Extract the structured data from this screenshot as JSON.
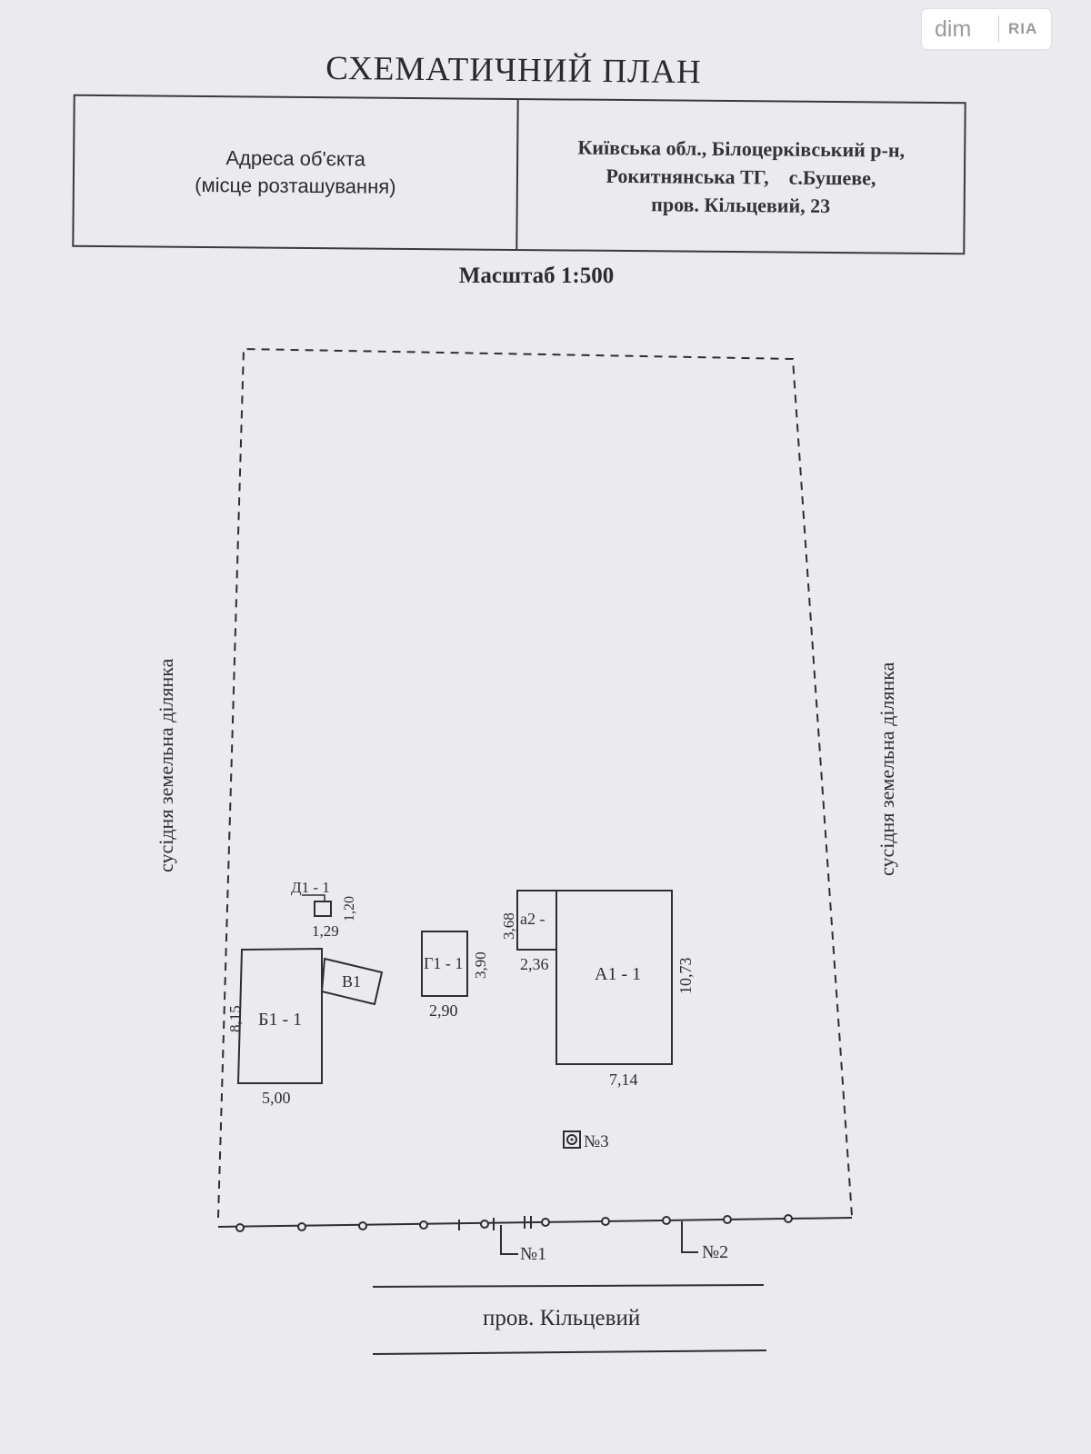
{
  "watermark": {
    "brand": "dim",
    "brand_ria": "RIA"
  },
  "title": "СХЕМАТИЧНИЙ ПЛАН",
  "address_table": {
    "label_line1": "Адреса об'єкта",
    "label_line2": "(місце розташування)",
    "value_line1": "Київська обл., Білоцерківський р-н,",
    "value_line2": "Рокитнянська ТГ,    с.Бушеве,",
    "value_line3": "пров. Кільцевий, 23"
  },
  "scale": "Масштаб 1:500",
  "plan": {
    "neighbor_left": "сусідня земельна ділянка",
    "neighbor_right": "сусідня земельна ділянка",
    "street": "пров. Кільцевий",
    "buildings": {
      "a1": {
        "label": "А1 - 1",
        "width": "7,14",
        "depth": "10,73"
      },
      "a2": {
        "label": "а2 -",
        "width": "2,36",
        "depth": "3,68"
      },
      "b1": {
        "label": "Б1 - 1",
        "width": "5,00",
        "depth": "8,15"
      },
      "v1": {
        "label": "В1"
      },
      "g1": {
        "label": "Г1 - 1",
        "width": "2,90",
        "depth": "3,90"
      },
      "d1": {
        "label": "Д1 - 1",
        "width": "1,29",
        "depth": "1,20"
      }
    },
    "markers": {
      "gate1": "№1",
      "gate2": "№2",
      "well": "№3"
    }
  }
}
